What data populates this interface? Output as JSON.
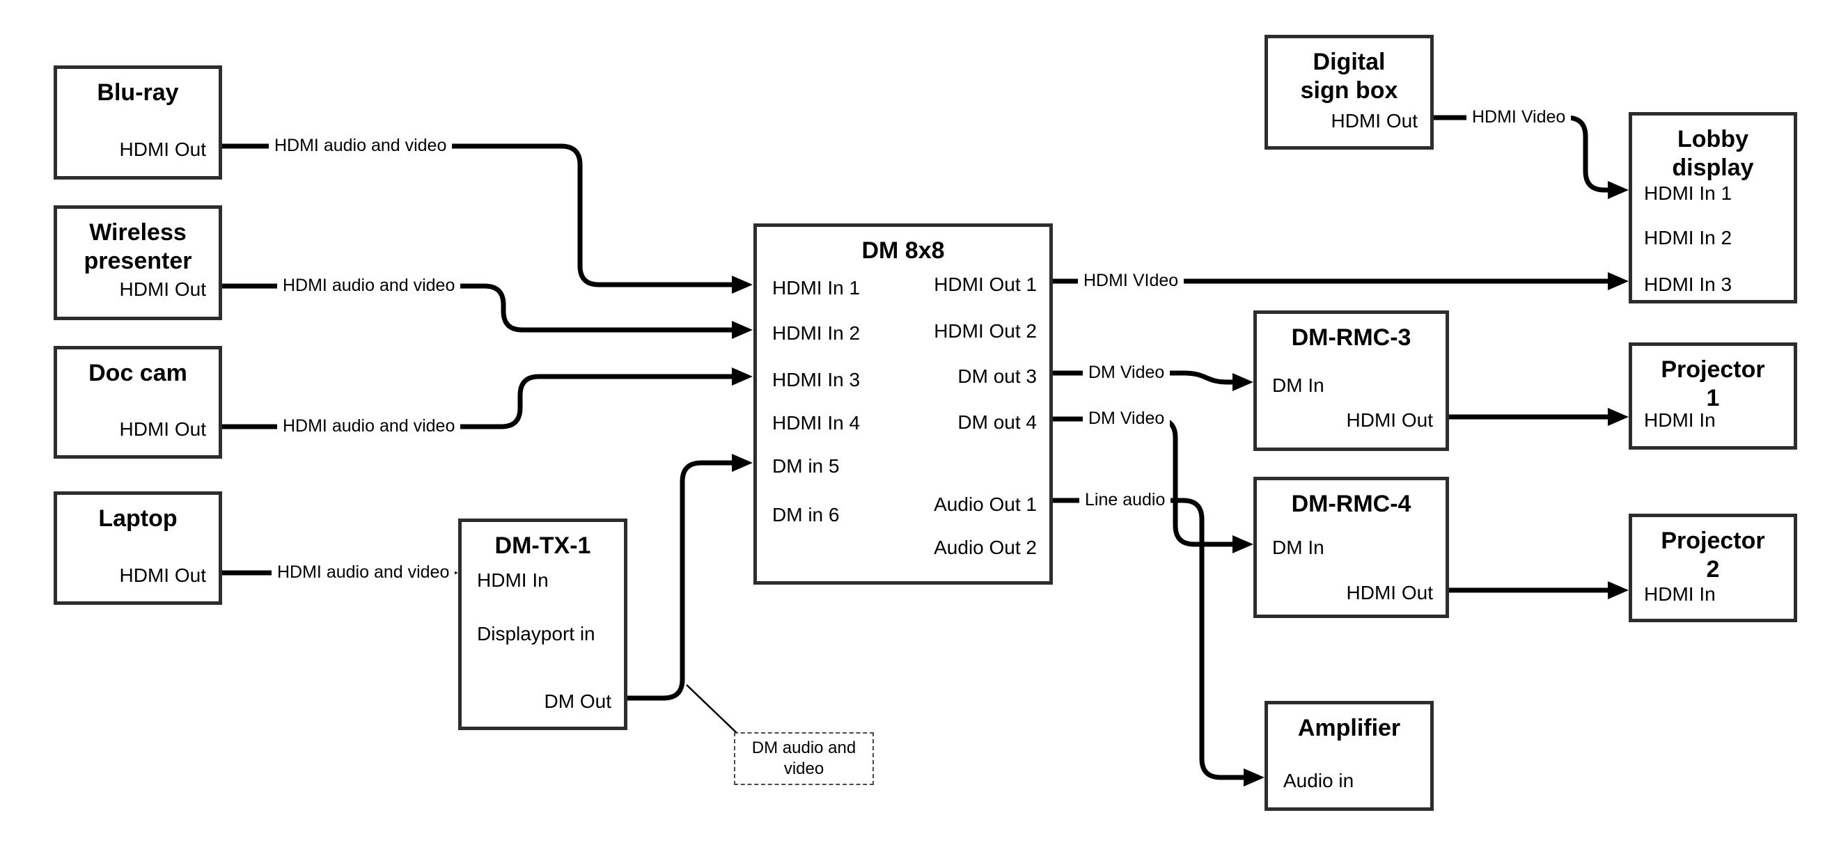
{
  "nodes": [
    {
      "id": "bluray",
      "title": "Blu-ray",
      "ports": [
        {
          "label": "HDMI Out"
        }
      ]
    },
    {
      "id": "wireless",
      "title": "Wireless presenter",
      "ports": [
        {
          "label": "HDMI Out"
        }
      ]
    },
    {
      "id": "doccam",
      "title": "Doc cam",
      "ports": [
        {
          "label": "HDMI Out"
        }
      ]
    },
    {
      "id": "laptop",
      "title": "Laptop",
      "ports": [
        {
          "label": "HDMI Out"
        }
      ]
    },
    {
      "id": "dmtx1",
      "title": "DM-TX-1",
      "ports": [
        {
          "label": "HDMI In"
        },
        {
          "label": "Displayport in"
        },
        {
          "label": "DM Out"
        }
      ]
    },
    {
      "id": "dm8x8",
      "title": "DM 8x8",
      "ports": [
        {
          "label": "HDMI In 1"
        },
        {
          "label": "HDMI In 2"
        },
        {
          "label": "HDMI In 3"
        },
        {
          "label": "HDMI In 4"
        },
        {
          "label": "DM in 5"
        },
        {
          "label": "DM in 6"
        },
        {
          "label": "HDMI Out 1"
        },
        {
          "label": "HDMI Out 2"
        },
        {
          "label": "DM out 3"
        },
        {
          "label": "DM out 4"
        },
        {
          "label": "Audio Out 1"
        },
        {
          "label": "Audio Out 2"
        }
      ]
    },
    {
      "id": "digitalsign",
      "title": "Digital sign box",
      "ports": [
        {
          "label": "HDMI Out"
        }
      ]
    },
    {
      "id": "lobby",
      "title": "Lobby display",
      "ports": [
        {
          "label": "HDMI In 1"
        },
        {
          "label": "HDMI In 2"
        },
        {
          "label": "HDMI In 3"
        }
      ]
    },
    {
      "id": "dmrmc3",
      "title": "DM-RMC-3",
      "ports": [
        {
          "label": "DM In"
        },
        {
          "label": "HDMI Out"
        }
      ]
    },
    {
      "id": "projector1",
      "title": "Projector 1",
      "ports": [
        {
          "label": "HDMI In"
        }
      ]
    },
    {
      "id": "dmrmc4",
      "title": "DM-RMC-4",
      "ports": [
        {
          "label": "DM In"
        },
        {
          "label": "HDMI Out"
        }
      ]
    },
    {
      "id": "projector2",
      "title": "Projector 2",
      "ports": [
        {
          "label": "HDMI In"
        }
      ]
    },
    {
      "id": "amplifier",
      "title": "Amplifier",
      "ports": [
        {
          "label": "Audio in"
        }
      ]
    }
  ],
  "connections": [
    {
      "label": "HDMI audio and video",
      "from": "Blu-ray HDMI Out",
      "to": "DM 8x8 HDMI In 1"
    },
    {
      "label": "HDMI audio and video",
      "from": "Wireless presenter HDMI Out",
      "to": "DM 8x8 HDMI In 2"
    },
    {
      "label": "HDMI audio and video",
      "from": "Doc cam HDMI Out",
      "to": "DM 8x8 HDMI In 3"
    },
    {
      "label": "HDMI audio and video",
      "from": "Laptop HDMI Out",
      "to": "DM-TX-1 HDMI In"
    },
    {
      "label": "HDMI VIdeo",
      "from": "DM 8x8 HDMI Out 1",
      "to": "Lobby display HDMI In 3"
    },
    {
      "label": "HDMI Video",
      "from": "Digital sign box HDMI Out",
      "to": "Lobby display HDMI In 1"
    },
    {
      "label": "DM Video",
      "from": "DM 8x8 DM out 3",
      "to": "DM-RMC-3 DM In"
    },
    {
      "label": "DM Video",
      "from": "DM 8x8 DM out 4",
      "to": "DM-RMC-4 DM In"
    },
    {
      "label": "Line audio",
      "from": "DM 8x8 Audio Out 1",
      "to": "Amplifier Audio in"
    }
  ],
  "annotation": {
    "text": "DM audio and video"
  },
  "colors": {
    "line": "#000000",
    "border": "#2d2d2d",
    "background": "#ffffff",
    "text": "#000000"
  }
}
